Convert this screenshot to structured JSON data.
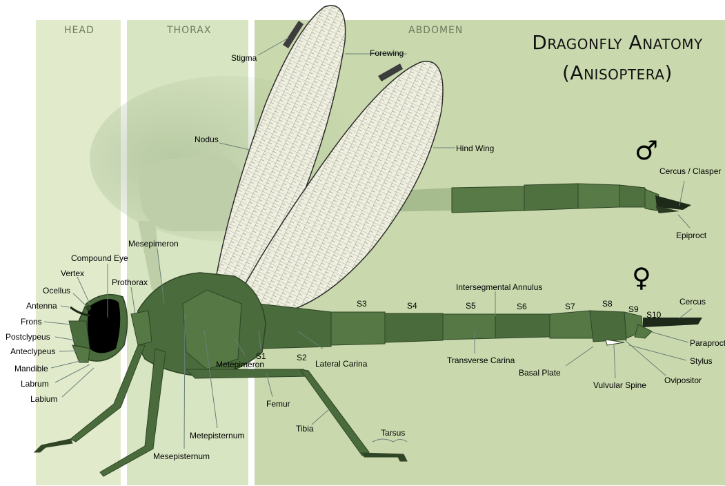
{
  "diagram": {
    "title_line1": "Dragonfly Anatomy",
    "title_line2": "(Anisoptera)",
    "sections": {
      "head": "HEAD",
      "thorax": "THORAX",
      "abdomen": "ABDOMEN"
    },
    "male_symbol": "♂",
    "female_symbol": "♀",
    "colors": {
      "head_zone": "#e1ebcc",
      "thorax_zone": "#d8e5c2",
      "abdomen_zone": "#c9d9ad",
      "body": "#4a6b3c",
      "body_dark": "#2f4526",
      "wing": "#f0f0e2",
      "shadow": "#9fb58a"
    },
    "labels": {
      "stigma": "Stigma",
      "forewing": "Forewing",
      "nodus": "Nodus",
      "hind_wing": "Hind Wing",
      "cercus_clasper": "Cercus / Clasper",
      "epiproct": "Epiproct",
      "compound_eye": "Compound Eye",
      "vertex": "Vertex",
      "ocellus": "Ocellus",
      "antenna": "Antenna",
      "frons": "Frons",
      "postclypeus": "Postclypeus",
      "anteclypeus": "Anteclypeus",
      "mandible": "Mandible",
      "labrum": "Labrum",
      "labium": "Labium",
      "mesepimeron": "Mesepimeron",
      "prothorax": "Prothorax",
      "metepimeron": "Metepimeron",
      "metepisternum": "Metepisternum",
      "mesepisternum": "Mesepisternum",
      "s1": "S1",
      "s2": "S2",
      "s3": "S3",
      "s4": "S4",
      "s5": "S5",
      "s6": "S6",
      "s7": "S7",
      "s8": "S8",
      "s9": "S9",
      "s10": "S10",
      "intersegmental_annulus": "Intersegmental Annulus",
      "lateral_carina": "Lateral Carina",
      "transverse_carina": "Transverse Carina",
      "basal_plate": "Basal Plate",
      "vulvular_spine": "Vulvular Spine",
      "ovipositor": "Ovipositor",
      "stylus": "Stylus",
      "paraproct": "Paraproct",
      "cercus": "Cercus",
      "femur": "Femur",
      "tibia": "Tibia",
      "tarsus": "Tarsus"
    }
  }
}
